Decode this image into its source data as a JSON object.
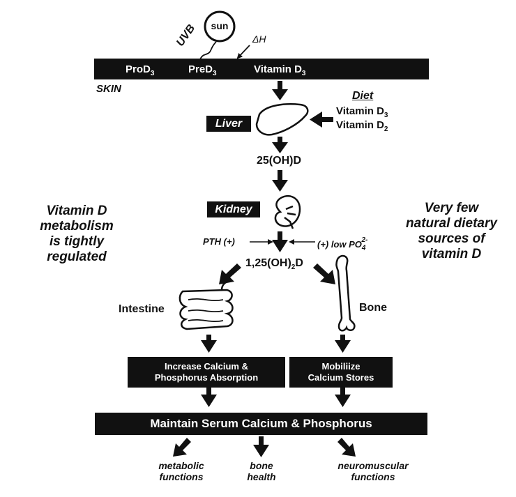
{
  "sun": {
    "label": "sun",
    "uvb": "UVB",
    "delta_h": "ΔH"
  },
  "skin": {
    "prod3": "ProD",
    "pred3": "PreD",
    "vitamin_d3": "Vitamin D",
    "sub3": "3",
    "label": "SKIN"
  },
  "diet": {
    "heading": "Diet",
    "d3": "Vitamin D",
    "d2": "Vitamin D",
    "sub3": "3",
    "sub2": "2"
  },
  "liver": {
    "label": "Liver"
  },
  "metabolite1": "25(OH)D",
  "kidney": {
    "label": "Kidney"
  },
  "regulators": {
    "pth": "PTH (+)",
    "low_po4": "(+) low PO",
    "po4_sub": "4",
    "po4_sup": "2-"
  },
  "metabolite2": {
    "prefix": "1,25(OH)",
    "sub": "2",
    "suffix": "D"
  },
  "left_note": [
    "Vitamin D",
    "metabolism",
    "is tightly",
    "regulated"
  ],
  "right_note": [
    "Very few",
    "natural dietary",
    "sources of",
    "vitamin D"
  ],
  "intestine": {
    "label": "Intestine"
  },
  "bone": {
    "label": "Bone"
  },
  "absorption_box": [
    "Increase Calcium &",
    "Phosphorus Absorption"
  ],
  "mobilize_box": [
    "Mobiliize",
    "Calcium Stores"
  ],
  "serum_bar": "Maintain Serum Calcium & Phosphorus",
  "outcomes": [
    {
      "line1": "metabolic",
      "line2": "functions"
    },
    {
      "line1": "bone",
      "line2": "health"
    },
    {
      "line1": "neuromuscular",
      "line2": "functions"
    }
  ]
}
